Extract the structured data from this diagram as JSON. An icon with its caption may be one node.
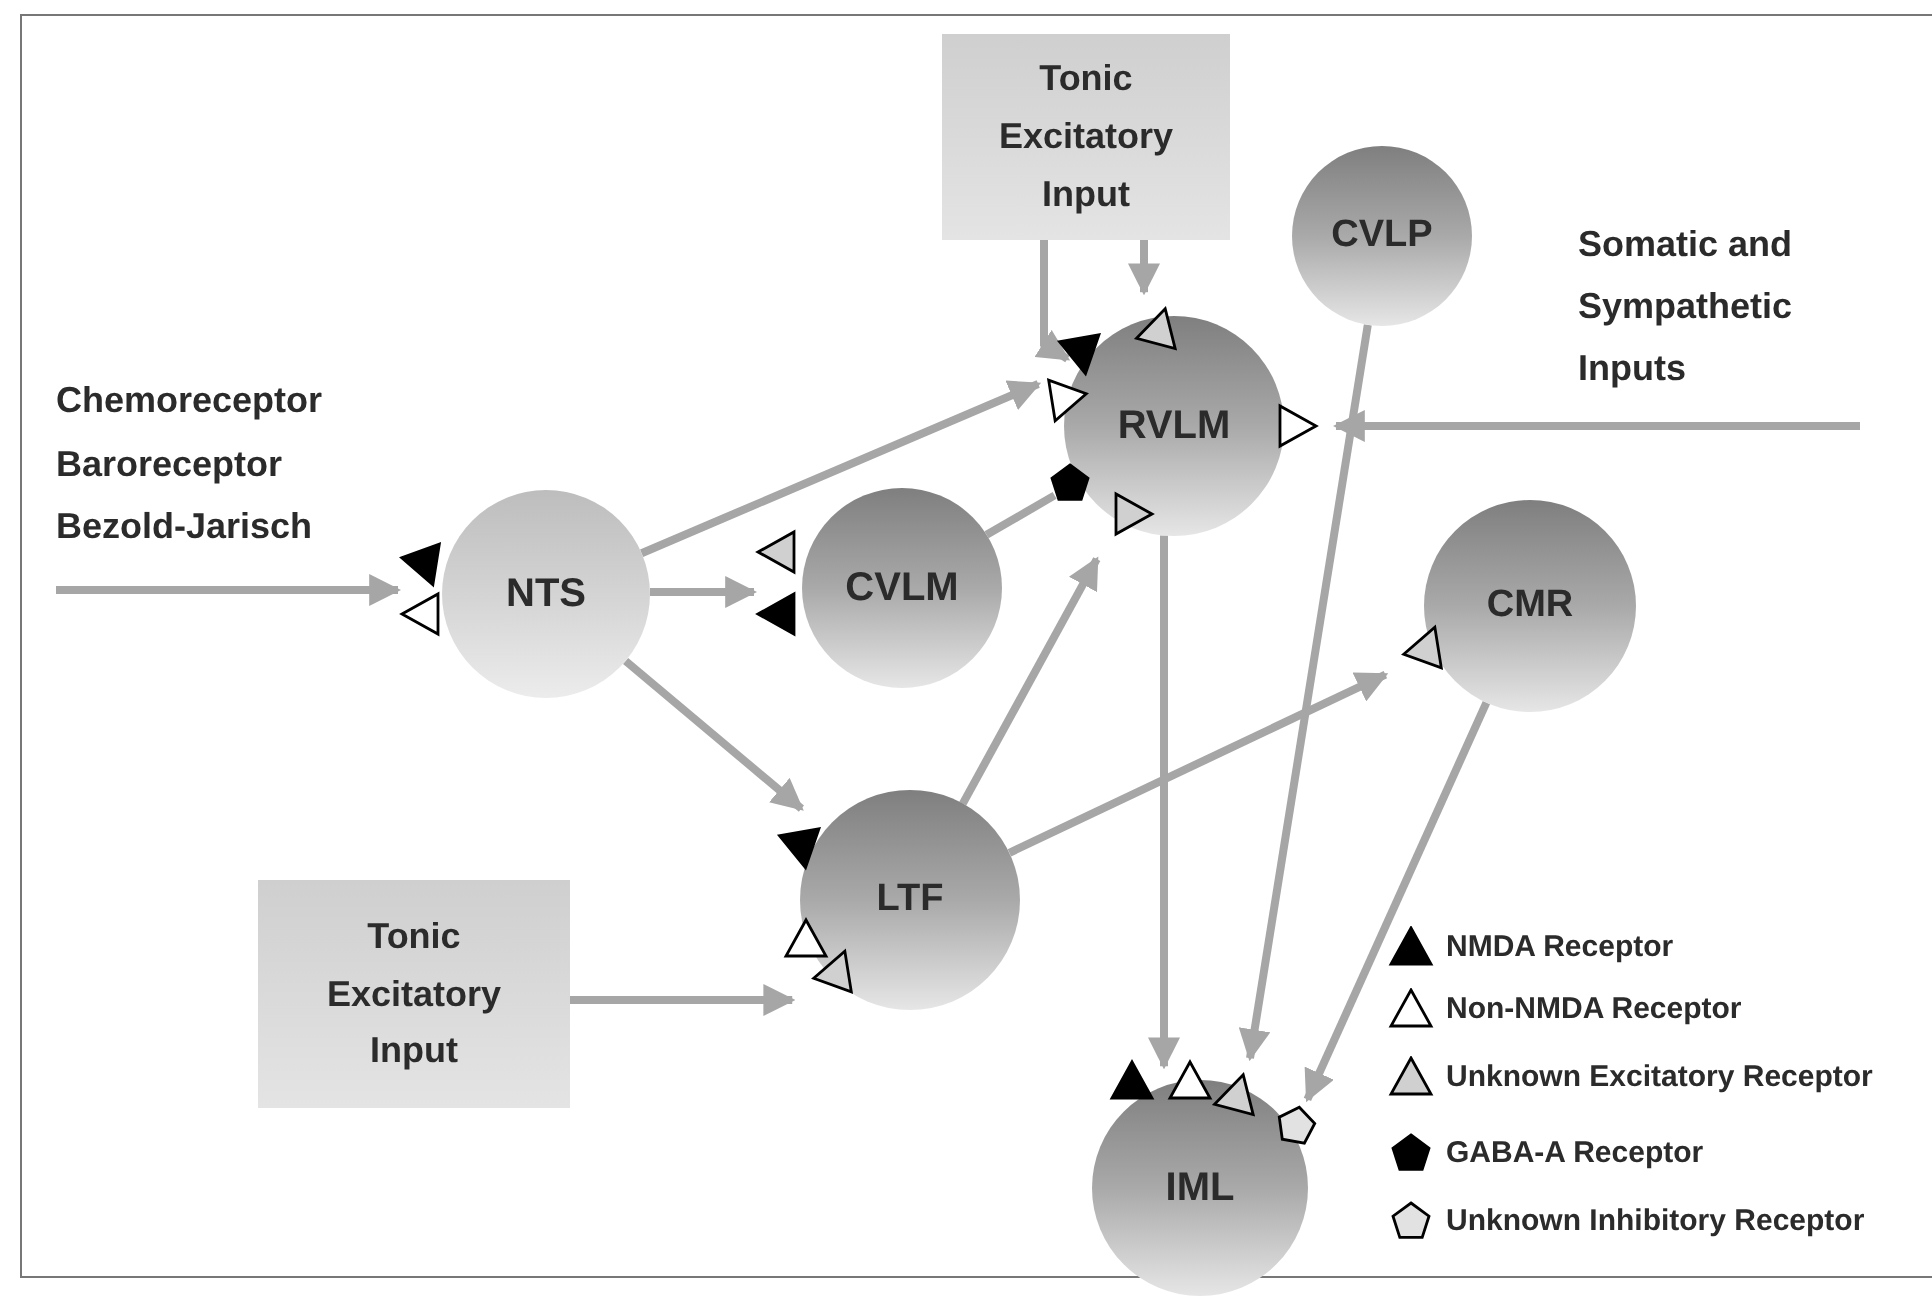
{
  "diagram": {
    "nodes": [
      {
        "text": [
          "Tonic Excitatory Input"
        ]
      },
      {
        "text": [
          "CVLP"
        ]
      },
      {
        "text": [
          "RVLM"
        ]
      },
      {
        "text": [
          "NTS"
        ]
      },
      {
        "text": [
          "CVLM"
        ]
      },
      {
        "text": [
          "CMR"
        ]
      },
      {
        "text": [
          "LTF"
        ]
      },
      {
        "text": [
          "Tonic Excitatory Input"
        ]
      },
      {
        "text": [
          "IML"
        ]
      }
    ],
    "edges": [
      {
        "from": 0,
        "to": 2,
        "arrow": "to"
      },
      {
        "from": 0,
        "to": 2,
        "arrow": "to"
      },
      {
        "from": null,
        "to": 3,
        "arrow": "to"
      },
      {
        "from": 3,
        "to": 2,
        "arrow": "to"
      },
      {
        "from": 3,
        "to": 4,
        "arrow": "to"
      },
      {
        "from": 3,
        "to": 6,
        "arrow": "to"
      },
      {
        "from": 4,
        "to": 2,
        "arrow": "none"
      },
      {
        "from": null,
        "to": 2,
        "arrow": "to"
      },
      {
        "from": 1,
        "to": 8,
        "arrow": "to"
      },
      {
        "from": 2,
        "to": 8,
        "arrow": "to"
      },
      {
        "from": 6,
        "to": 2,
        "arrow": "to"
      },
      {
        "from": 6,
        "to": 5,
        "arrow": "to"
      },
      {
        "from": 7,
        "to": 6,
        "arrow": "to"
      },
      {
        "from": 5,
        "to": 8,
        "arrow": "to"
      }
    ],
    "labels": [
      "Somatic and Sympathetic Inputs",
      "Chemoreceptor",
      "Baroreceptor",
      "Bezold-Jarisch"
    ],
    "legend": [
      {
        "text": "NMDA Receptor"
      },
      {
        "text": "Non-NMDA Receptor"
      },
      {
        "text": "Unknown Excitatory Receptor"
      },
      {
        "text": "GABA-A Receptor"
      },
      {
        "text": "Unknown Inhibitory Receptor"
      }
    ]
  }
}
